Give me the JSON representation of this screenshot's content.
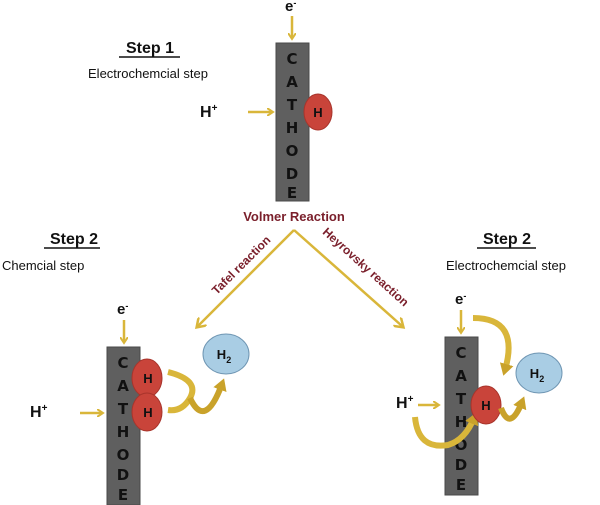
{
  "colors": {
    "cathode": "#5f5f5f",
    "arrow": "#d9b63a",
    "h_atom": "#c9443a",
    "h2_molecule": "#a9cde4",
    "reaction_label": "#7a1f2b",
    "text": "#111111"
  },
  "step1": {
    "title": "Step  1",
    "subtitle": "Electrochemcial step",
    "proton": "H",
    "proton_sup": "+",
    "electron": "e",
    "electron_sup": "-",
    "atom": "H",
    "cathode_letters": [
      "C",
      "A",
      "T",
      "H",
      "O",
      "D",
      "E"
    ]
  },
  "volmer_label": "Volmer Reaction",
  "tafel_label": "Tafel reaction",
  "heyrovsky_label": "Heyrovsky reaction",
  "step2_left": {
    "title": "Step  2",
    "subtitle": "Chemcial step",
    "electron": "e",
    "electron_sup": "-",
    "proton": "H",
    "proton_sup": "+",
    "atoms": [
      "H",
      "H"
    ],
    "molecule": "H",
    "molecule_sub": "2",
    "cathode_letters": [
      "C",
      "A",
      "T",
      "H",
      "O",
      "D",
      "E"
    ]
  },
  "step2_right": {
    "title": "Step  2",
    "subtitle": "Electrochemcial step",
    "electron": "e",
    "electron_sup": "-",
    "proton": "H",
    "proton_sup": "+",
    "atom": "H",
    "molecule": "H",
    "molecule_sub": "2",
    "cathode_letters": [
      "C",
      "A",
      "T",
      "H",
      "O",
      "D",
      "E"
    ]
  }
}
